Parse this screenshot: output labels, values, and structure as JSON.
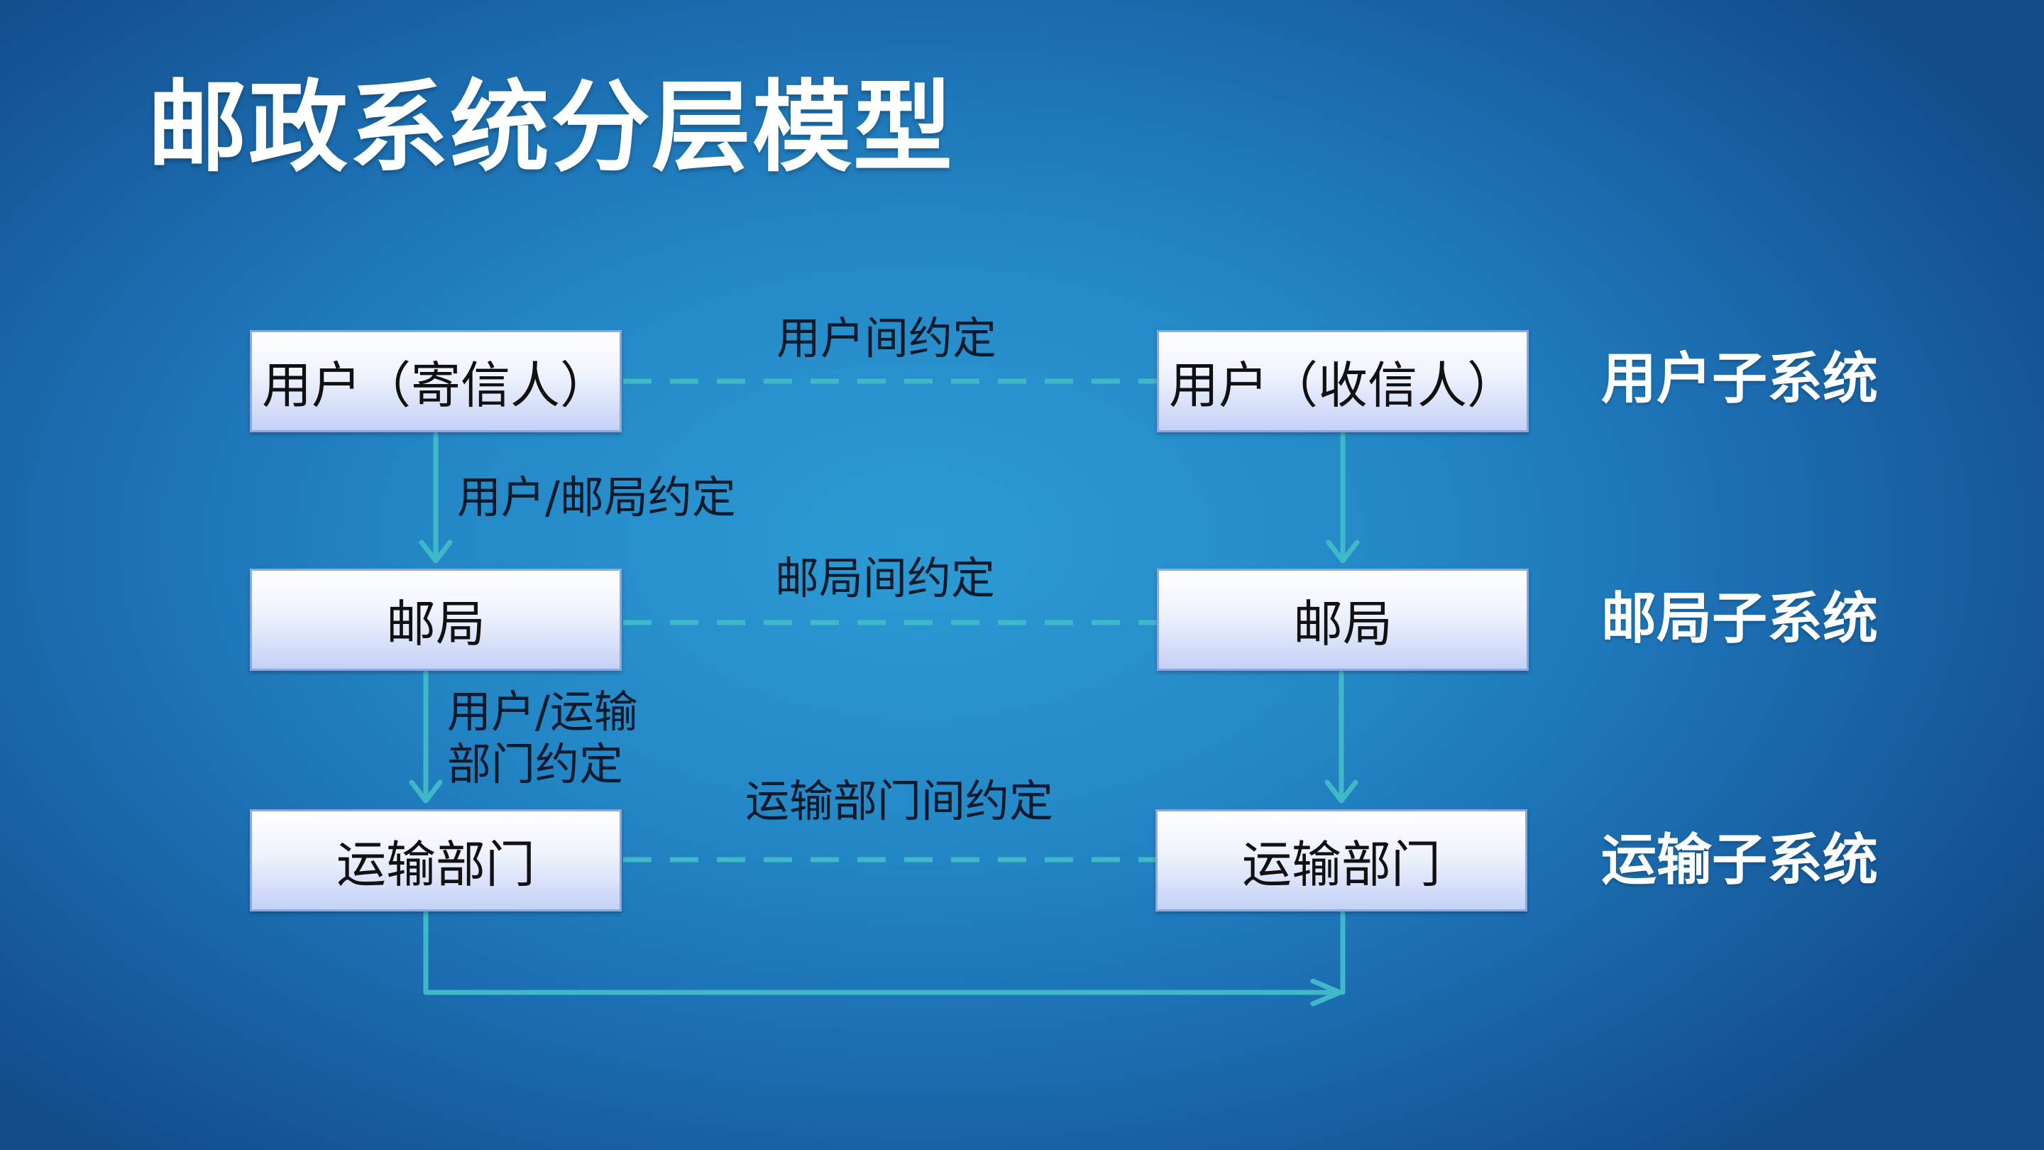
{
  "title": "邮政系统分层模型",
  "colors": {
    "background_center": "#2d9bd3",
    "background_edge": "#134d8c",
    "connector": "#3fb8c8",
    "box_border": "#8da7e0"
  },
  "boxes": {
    "sender_user": "用户（寄信人）",
    "sender_post_office": "邮局",
    "sender_transport": "运输部门",
    "receiver_user": "用户（收信人）",
    "receiver_post_office": "邮局",
    "receiver_transport": "运输部门"
  },
  "conventions": {
    "user_user": "用户间约定",
    "user_post": "用户/邮局约定",
    "post_post": "邮局间约定",
    "user_transport_line1": "用户/运输",
    "user_transport_line2": "部门约定",
    "transport_transport": "运输部门间约定"
  },
  "subsystems": {
    "user": "用户子系统",
    "post": "邮局子系统",
    "transport": "运输子系统"
  }
}
